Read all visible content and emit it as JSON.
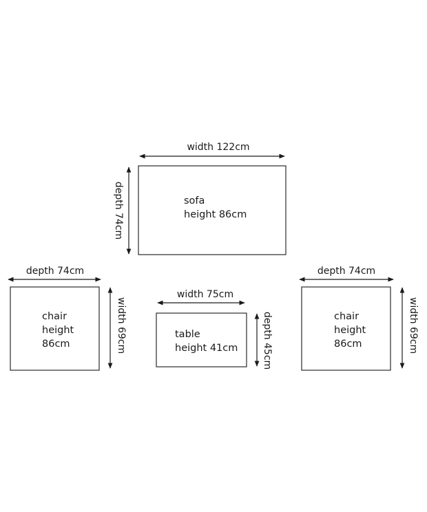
{
  "sofa": {
    "width_label": "width 122cm",
    "depth_label": "depth 74cm",
    "name": "sofa",
    "height": "height 86cm"
  },
  "chair_left": {
    "depth_label": "depth 74cm",
    "width_label": "width 69cm",
    "name": "chair",
    "height_word": "height",
    "height_value": "86cm"
  },
  "table": {
    "width_label": "width 75cm",
    "depth_label": "depth 45cm",
    "name": "table",
    "height": "height 41cm"
  },
  "chair_right": {
    "depth_label": "depth 74cm",
    "width_label": "width 69cm",
    "name": "chair",
    "height_word": "height",
    "height_value": "86cm"
  },
  "colors": {
    "stroke": "#2a2a2a",
    "text": "#1a1a1a",
    "background": "#ffffff"
  }
}
